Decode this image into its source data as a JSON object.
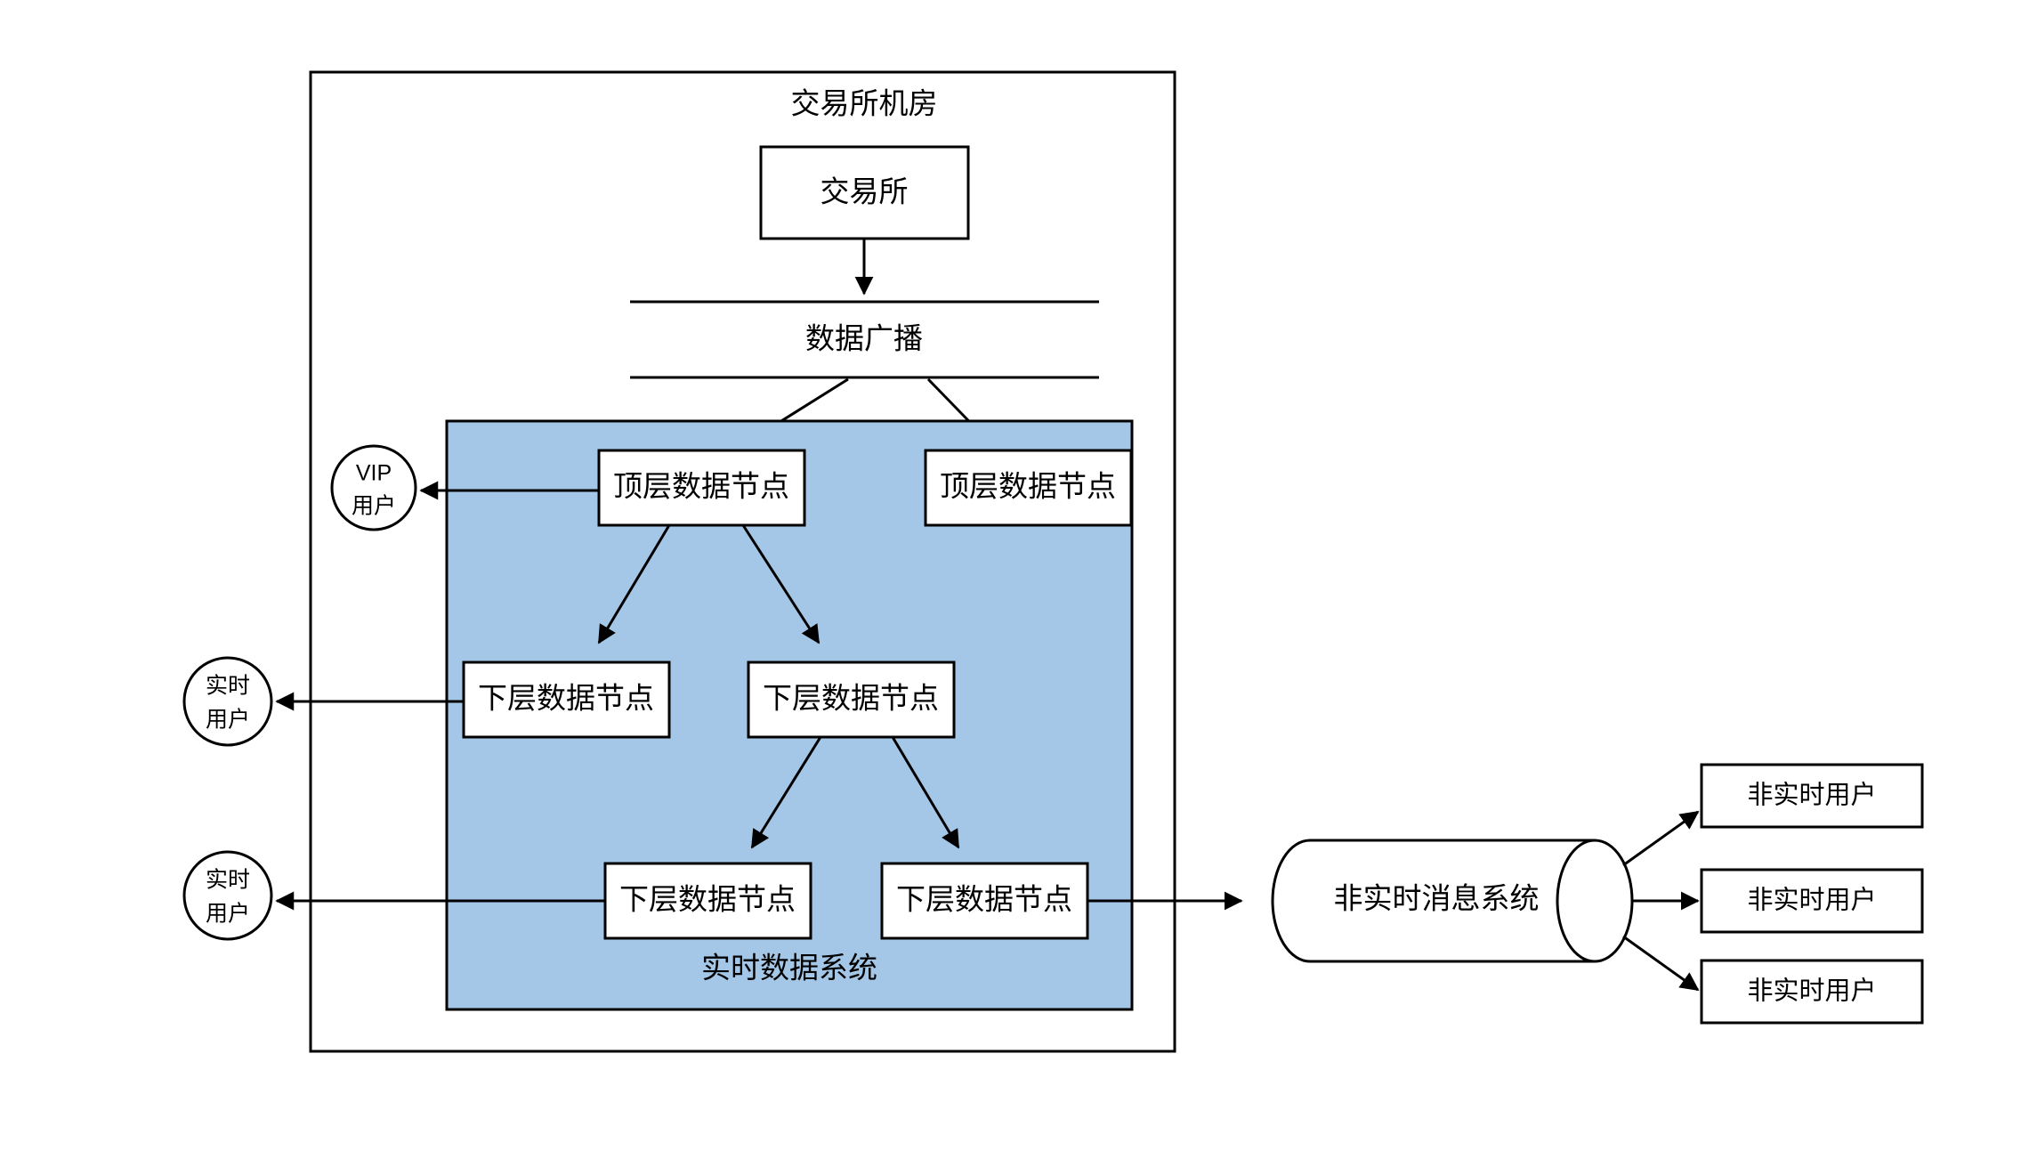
{
  "diagram": {
    "title": "交易所机房",
    "exchange_box": {
      "label": "交易所"
    },
    "broadcast": {
      "label": "数据广播"
    },
    "realtime_zone": {
      "label": "实时数据系统",
      "fill_color": "#a4c7e7",
      "top_nodes": [
        {
          "label": "顶层数据节点"
        },
        {
          "label": "顶层数据节点"
        }
      ],
      "mid_nodes": [
        {
          "label": "下层数据节点"
        },
        {
          "label": "下层数据节点"
        }
      ],
      "bottom_nodes": [
        {
          "label": "下层数据节点"
        },
        {
          "label": "下层数据节点"
        }
      ]
    },
    "actors": [
      {
        "line1": "VIP",
        "line2": "用户"
      },
      {
        "line1": "实时",
        "line2": "用户"
      },
      {
        "line1": "实时",
        "line2": "用户"
      }
    ],
    "message_queue": {
      "label": "非实时消息系统"
    },
    "end_users": [
      {
        "label": "非实时用户"
      },
      {
        "label": "非实时用户"
      },
      {
        "label": "非实时用户"
      }
    ],
    "colors": {
      "stroke": "#000000",
      "background": "#ffffff",
      "zone_fill": "#a4c7e7"
    }
  }
}
